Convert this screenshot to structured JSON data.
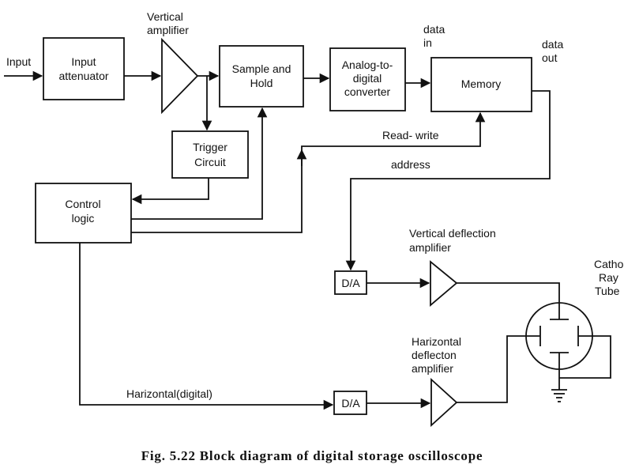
{
  "labels": {
    "input": "Input",
    "input_attenuator_1": "Input",
    "input_attenuator_2": "attenuator",
    "vertical_amp_1": "Vertical",
    "vertical_amp_2": "amplifier",
    "sample_hold_1": "Sample and",
    "sample_hold_2": "Hold",
    "adc_1": "Analog-to-",
    "adc_2": "digital",
    "adc_3": "converter",
    "data_in_1": "data",
    "data_in_2": "in",
    "data_out_1": "data",
    "data_out_2": "out",
    "memory": "Memory",
    "trigger_1": "Trigger",
    "trigger_2": "Circuit",
    "read_write": "Read- write",
    "address": "address",
    "control_1": "Control",
    "control_2": "logic",
    "vdef_1": "Vertical deflection",
    "vdef_2": "amplifier",
    "crt_1": "Cathode",
    "crt_2": "Ray",
    "crt_3": "Tube",
    "da_top": "D/A",
    "hdef_1": "Harizontal",
    "hdef_2": "deflecton",
    "hdef_3": "amplifier",
    "horizontal_digital": "Harizontal(digital)",
    "da_bottom": "D/A"
  },
  "caption": "Fig. 5.22 Block diagram of digital storage oscilloscope"
}
